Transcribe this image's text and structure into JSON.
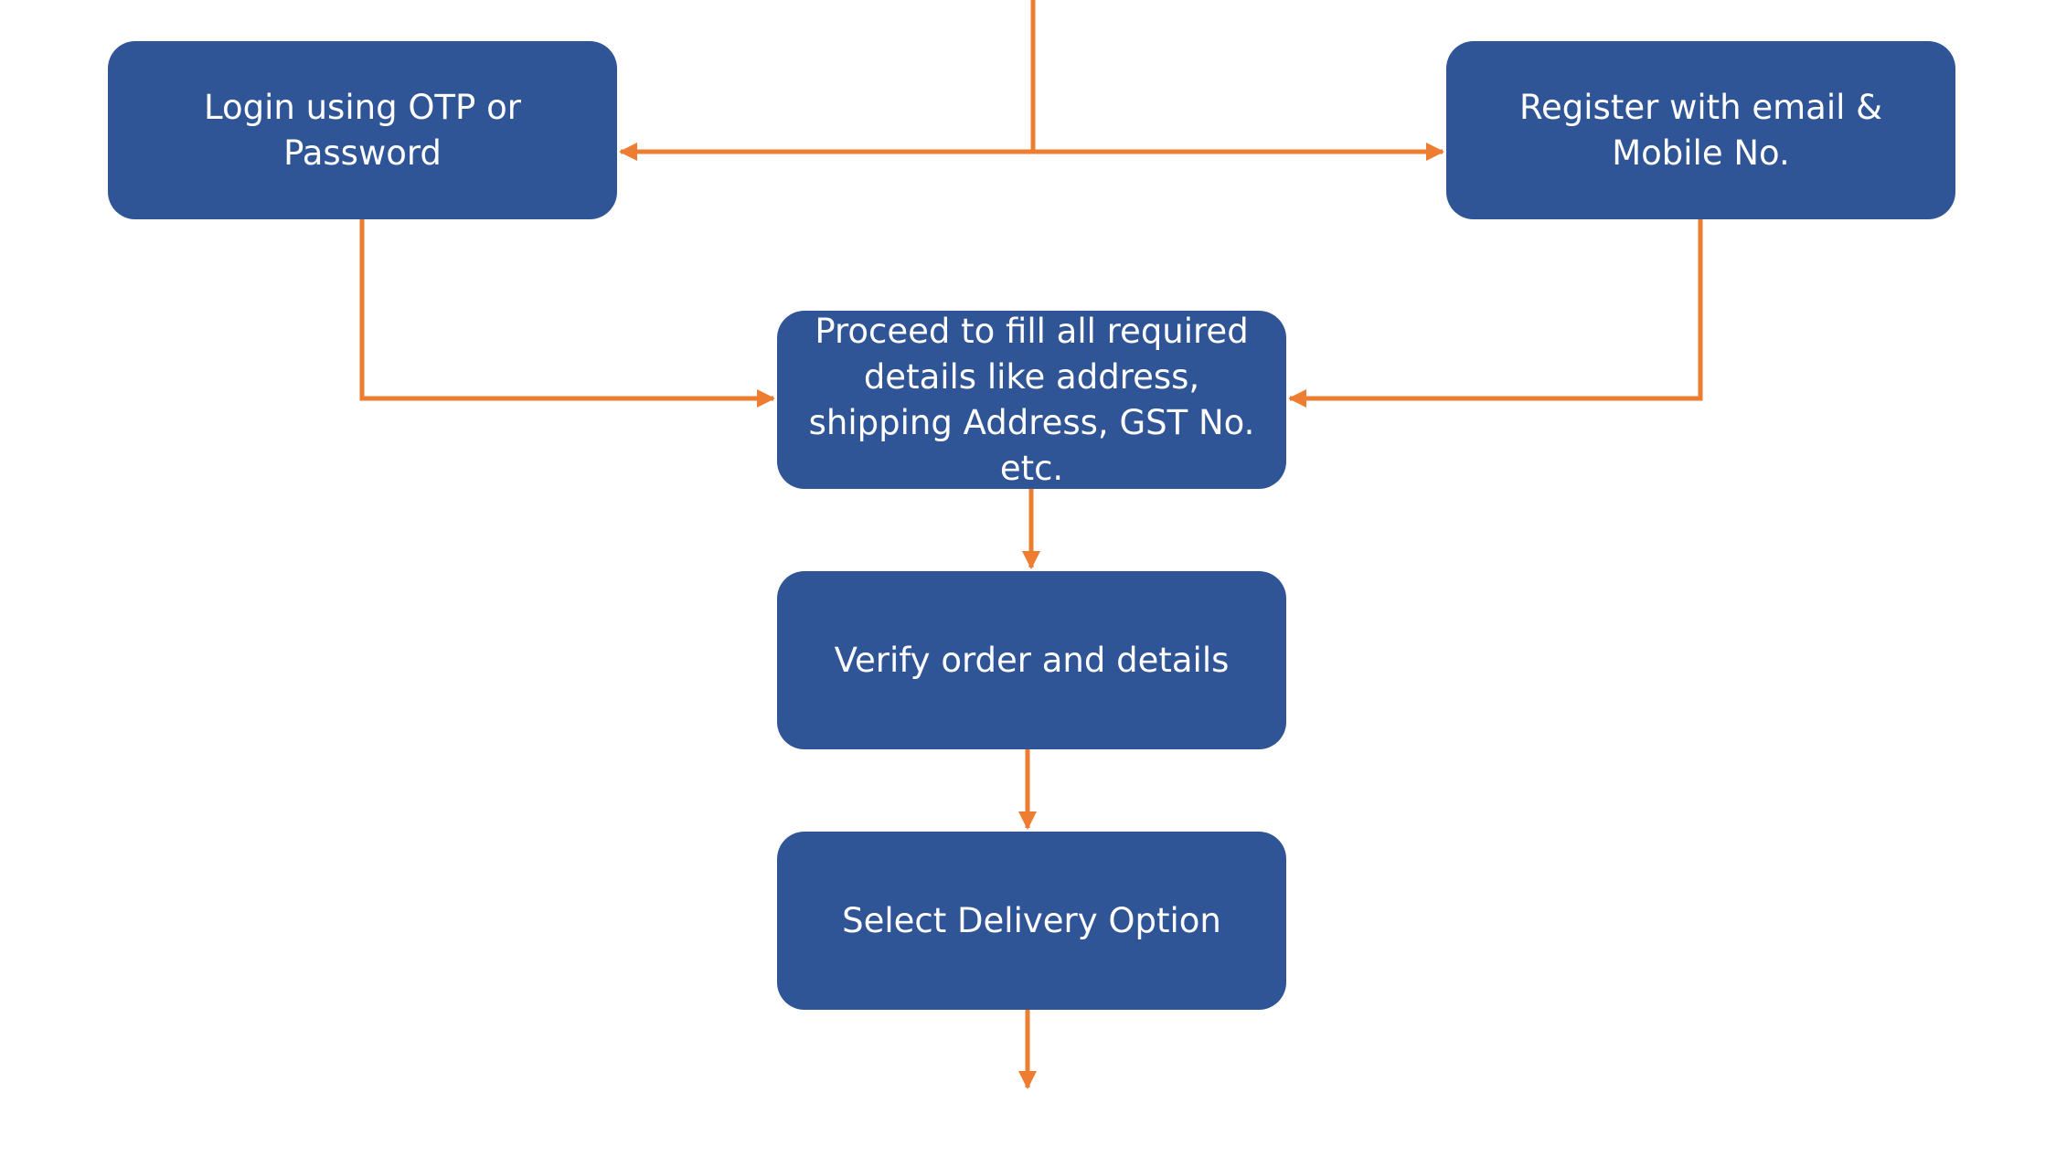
{
  "diagram": {
    "connector_color": "#ED7D31",
    "node_color": "#2F5597",
    "nodes": {
      "login": {
        "label": "Login using OTP or Password"
      },
      "register": {
        "label": "Register with email & Mobile No."
      },
      "details": {
        "label": "Proceed to fill all required details like address, shipping Address, GST No. etc."
      },
      "verify": {
        "label": "Verify order and details"
      },
      "delivery": {
        "label": "Select Delivery Option"
      }
    },
    "edges": [
      {
        "from": "entry",
        "to": "login"
      },
      {
        "from": "entry",
        "to": "register"
      },
      {
        "from": "login",
        "to": "details"
      },
      {
        "from": "register",
        "to": "details"
      },
      {
        "from": "details",
        "to": "verify"
      },
      {
        "from": "verify",
        "to": "delivery"
      },
      {
        "from": "delivery",
        "to": "exit"
      }
    ]
  }
}
